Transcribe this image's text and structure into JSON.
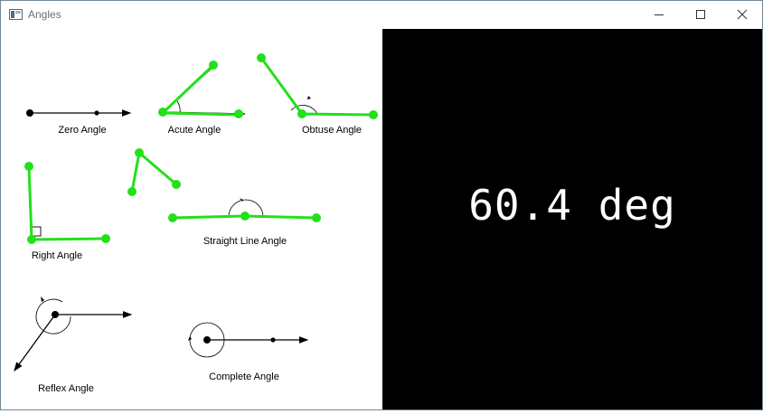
{
  "window": {
    "title": "Angles",
    "icon": "window-app-icon",
    "controls": {
      "minimize": "minimize-icon",
      "maximize": "maximize-icon",
      "close": "close-icon"
    }
  },
  "figure": {
    "labels": {
      "zero": "Zero Angle",
      "acute": "Acute Angle",
      "obtuse": "Obtuse Angle",
      "right": "Right Angle",
      "straight": "Straight Line Angle",
      "reflex": "Reflex Angle",
      "complete": "Complete Angle"
    }
  },
  "measurement": {
    "readout": "60.4 deg"
  },
  "colors": {
    "marker": "#22e01a",
    "readout_text": "#ffffff",
    "readout_bg": "#000000"
  }
}
